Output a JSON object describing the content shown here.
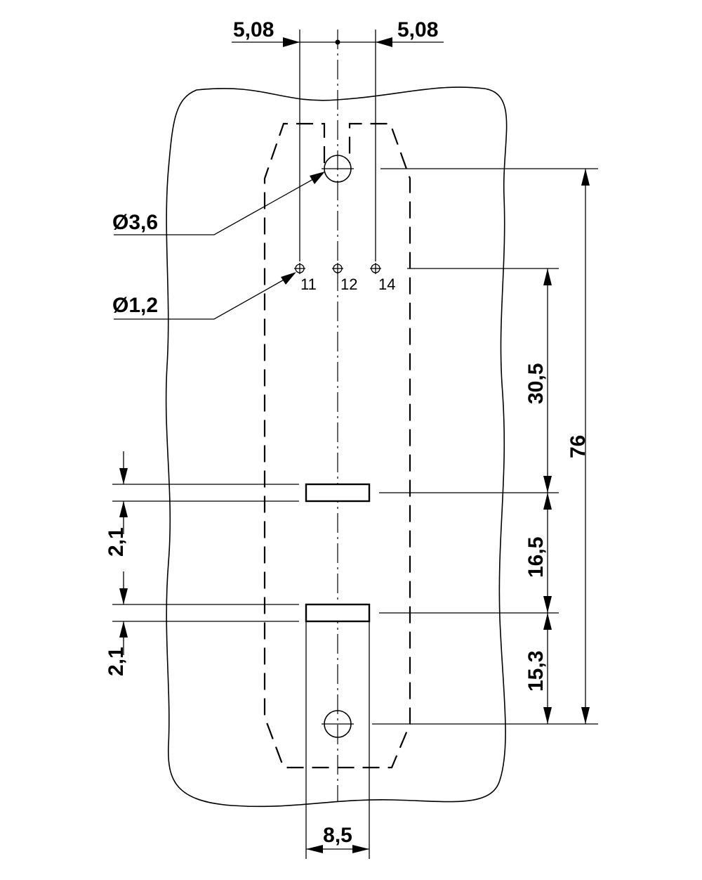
{
  "dimensions": {
    "pitch_left": "5,08",
    "pitch_right": "5,08",
    "mount_hole_diameter": "Ø3,6",
    "pin_hole_diameter": "Ø1,2",
    "slot_height_upper": "2,1",
    "slot_height_lower": "2,1",
    "pins_to_slot": "30,5",
    "slot_to_slot": "16,5",
    "slot_to_hole": "15,3",
    "hole_to_hole": "76",
    "bottom_width": "8,5"
  },
  "pins": [
    "11",
    "12",
    "14"
  ]
}
